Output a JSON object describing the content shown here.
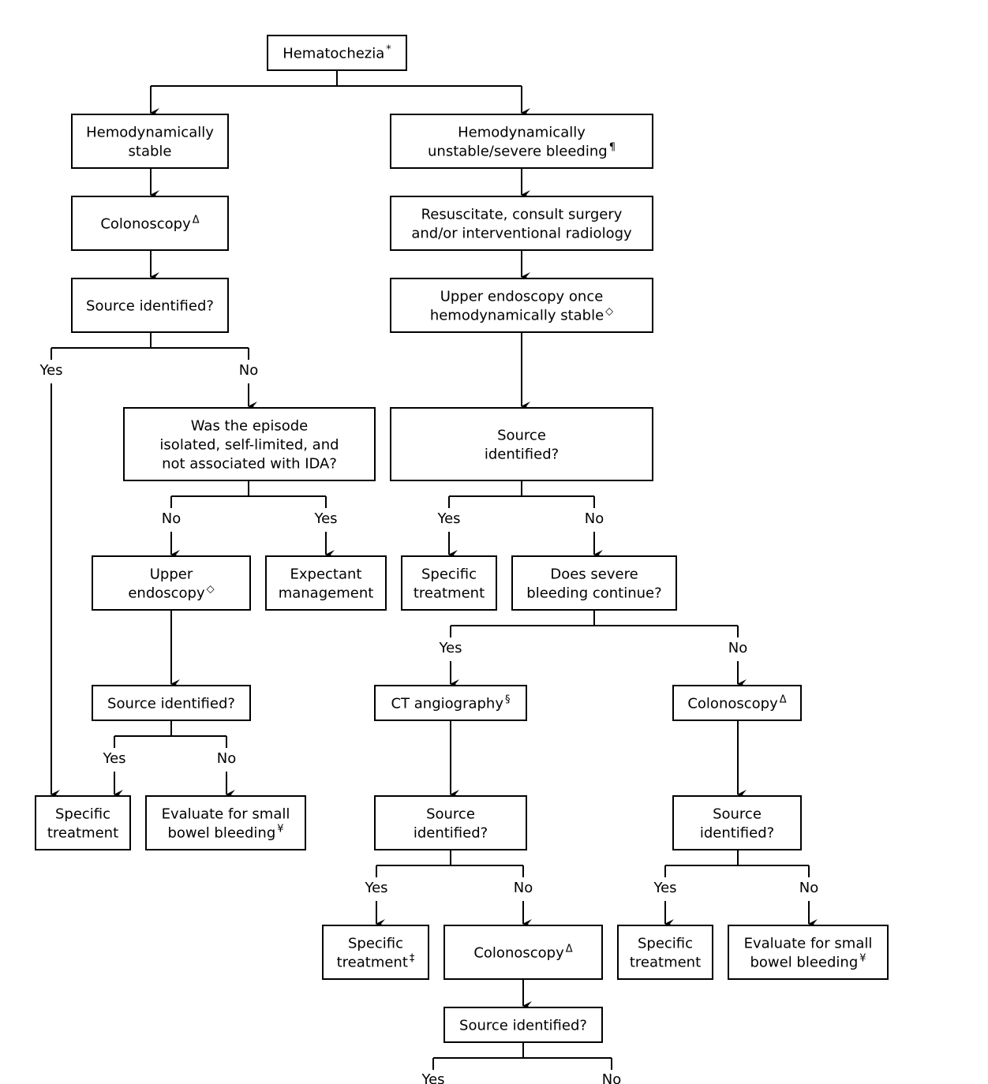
{
  "nodes": {
    "hematochezia": {
      "lines": [
        "Hematochezia"
      ],
      "sup": "*"
    },
    "stable": {
      "lines": [
        "Hemodynamically",
        "stable"
      ]
    },
    "unstable": {
      "lines": [
        "Hemodynamically",
        "unstable/severe bleeding"
      ],
      "sup": "¶"
    },
    "colonoscopy_left": {
      "lines": [
        "Colonoscopy"
      ],
      "sup": "Δ"
    },
    "resuscitate": {
      "lines": [
        "Resuscitate, consult surgery",
        "and/or interventional radiology"
      ]
    },
    "source_left": {
      "lines": [
        "Source identified?"
      ]
    },
    "upper_endo_right": {
      "lines": [
        "Upper endoscopy once",
        "hemodynamically stable"
      ],
      "sup": "◇"
    },
    "episode": {
      "lines": [
        "Was the episode",
        "isolated, self-limited, and",
        "not associated with IDA?"
      ]
    },
    "source_mid": {
      "lines": [
        "Source",
        "identified?"
      ]
    },
    "upper_endo_left": {
      "lines": [
        "Upper",
        "endoscopy"
      ],
      "sup": "◇"
    },
    "expectant": {
      "lines": [
        "Expectant",
        "management"
      ]
    },
    "specific_mid": {
      "lines": [
        "Specific",
        "treatment"
      ]
    },
    "severe_continue": {
      "lines": [
        "Does severe",
        "bleeding continue?"
      ]
    },
    "source_upper": {
      "lines": [
        "Source identified?"
      ]
    },
    "ct_angio": {
      "lines": [
        "CT angiography"
      ],
      "sup": "§"
    },
    "colonoscopy_right": {
      "lines": [
        "Colonoscopy"
      ],
      "sup": "Δ"
    },
    "specific_left": {
      "lines": [
        "Specific",
        "treatment"
      ]
    },
    "eval_small_left": {
      "lines": [
        "Evaluate for small",
        "bowel bleeding"
      ],
      "sup": "¥"
    },
    "source_ct": {
      "lines": [
        "Source",
        "identified?"
      ]
    },
    "source_colon_right": {
      "lines": [
        "Source",
        "identified?"
      ]
    },
    "specific_ct": {
      "lines": [
        "Specific",
        "treatment"
      ],
      "sup": "‡"
    },
    "colonoscopy_bottom": {
      "lines": [
        "Colonoscopy"
      ],
      "sup": "Δ"
    },
    "specific_right": {
      "lines": [
        "Specific",
        "treatment"
      ]
    },
    "eval_small_right": {
      "lines": [
        "Evaluate for small",
        "bowel bleeding"
      ],
      "sup": "¥"
    },
    "source_bottom": {
      "lines": [
        "Source identified?"
      ]
    }
  },
  "branch_labels": {
    "yes": "Yes",
    "no": "No"
  },
  "colors": {
    "line": "#000000",
    "box_fill": "#ffffff",
    "text": "#000000"
  }
}
